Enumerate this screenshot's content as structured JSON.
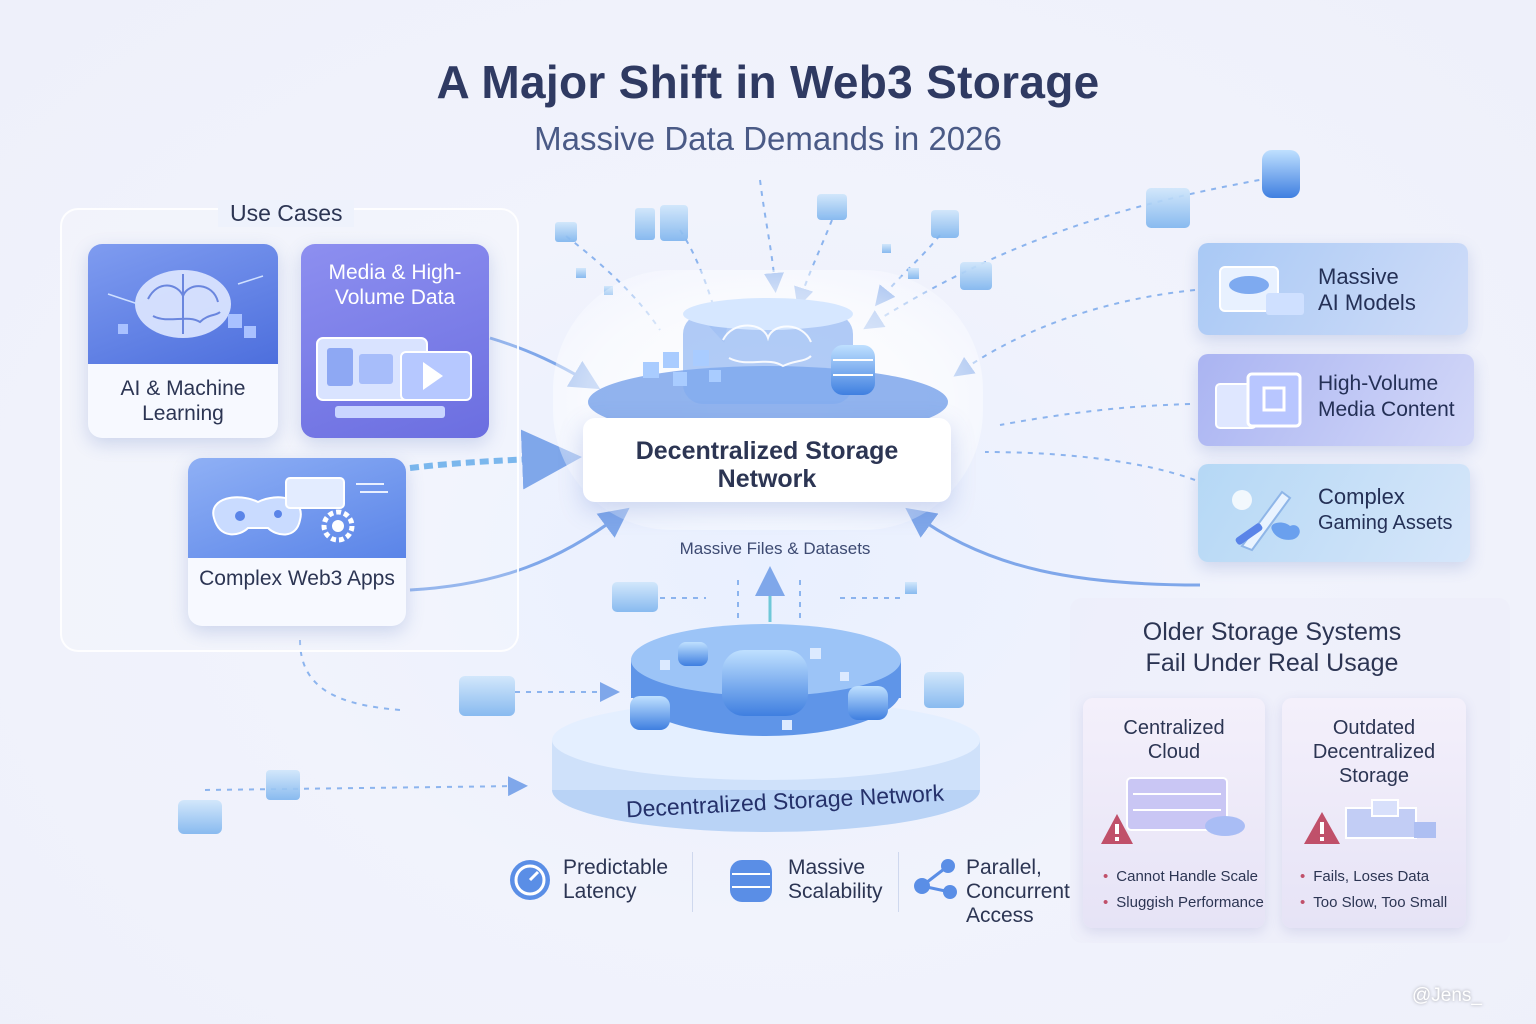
{
  "header": {
    "title": "A Major Shift in Web3 Storage",
    "subtitle": "Massive Data Demands in 2026"
  },
  "use_cases": {
    "title": "Use Cases",
    "items": [
      {
        "label": "AI & Machine Learning",
        "icon": "brain-icon"
      },
      {
        "label": "Media & High-Volume Data",
        "icon": "media-screens-icon"
      },
      {
        "label": "Complex Web3 Apps",
        "icon": "gamepad-icon"
      }
    ]
  },
  "central": {
    "label": "Decentralized Storage Network",
    "flow_label": "Massive Files & Datasets",
    "platform_label": "Decentralized Storage Network"
  },
  "data_types": [
    {
      "label_line1": "Massive",
      "label_line2": "AI Models",
      "icon": "ai-model-icon"
    },
    {
      "label_line1": "High-Volume",
      "label_line2": "Media Content",
      "icon": "media-icon"
    },
    {
      "label_line1": "Complex",
      "label_line2": "Gaming Assets",
      "icon": "sword-icon"
    }
  ],
  "features": [
    {
      "line1": "Predictable",
      "line2": "Latency",
      "line3": "",
      "icon": "gauge-icon"
    },
    {
      "line1": "Massive",
      "line2": "Scalability",
      "line3": "",
      "icon": "database-icon"
    },
    {
      "line1": "Parallel,",
      "line2": "Concurrent",
      "line3": "Access",
      "icon": "network-nodes-icon"
    }
  ],
  "older_systems": {
    "title_line1": "Older Storage Systems",
    "title_line2": "Fail Under Real Usage",
    "cards": [
      {
        "title": "Centralized Cloud",
        "bullets": [
          "Cannot Handle Scale",
          "Sluggish Performance"
        ],
        "icon": "server-warning-icon"
      },
      {
        "title": "Outdated Decentralized Storage",
        "bullets": [
          "Fails, Loses Data",
          "Too Slow, Too Small"
        ],
        "icon": "broken-storage-warning-icon"
      }
    ]
  },
  "watermark": "@Jens_",
  "colors": {
    "title": "#2f3a62",
    "accent": "#4d6fdd",
    "warning": "#c0506a"
  }
}
